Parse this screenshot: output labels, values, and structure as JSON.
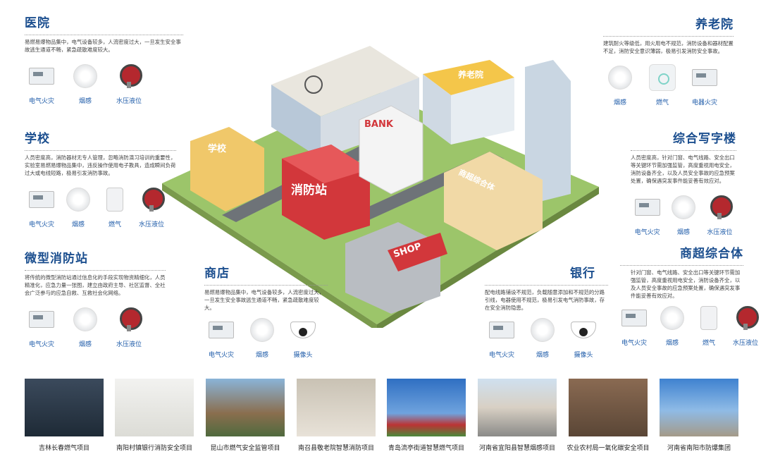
{
  "sections": {
    "hospital": {
      "title": "医院",
      "desc": "易燃易爆物品集中，电气设备较多，人流密度过大，一旦发生安全事故逃生通道不畅，紧急疏散难度较大。",
      "devices": [
        "电气火灾",
        "烟感",
        "水压液位"
      ]
    },
    "school": {
      "title": "学校",
      "desc": "人员密度高，消防器材无专人管理，忽略消防演习培训的重要性，实验室易燃易爆物品集中，违反操作使用电子教具，造成瞬间负荷过大或电线短路，极易引发消防事故。",
      "devices": [
        "电气火灾",
        "烟感",
        "燃气",
        "水压液位"
      ]
    },
    "station": {
      "title": "微型消防站",
      "desc": "将传统的微型消防站通过信息化的手段实现物资精细化，人员精准化，应急力量一张图，建立由政府主导、社区监督、全社会广泛参与的应急自救、互救社会化网络。",
      "devices": [
        "电气火灾",
        "烟感",
        "水压液位"
      ]
    },
    "elderly": {
      "title": "养老院",
      "desc": "建筑耐火等级低，用火用电不规范，消防设备和器材配置不足，消防安全意识薄弱，极易引发消防安全事故。",
      "devices": [
        "烟感",
        "燃气",
        "电器火灾"
      ]
    },
    "office": {
      "title": "综合写字楼",
      "desc": "人员密度高，针对门窗、电气线路、安全出口等关键环节需加强监管，高度重视用电安全，消防设备齐全，以及人员安全事故的应急预案处置，确保遇突发事件能妥善有效应对。",
      "devices": [
        "电气火灾",
        "烟感",
        "水压液位"
      ]
    },
    "mall": {
      "title": "商超综合体",
      "desc": "针对门窗、电气线路、安全出口等关键环节需加强监管，高度重视用电安全，消防设备齐全，以及人员安全事故的应急预案处置，确保遇突发事件能妥善有效应对。",
      "devices": [
        "电气火灾",
        "烟感",
        "燃气",
        "水压液位"
      ]
    },
    "shop": {
      "title": "商店",
      "desc": "易燃易爆物品集中，电气设备较多，人流密度过大，一旦发生安全事故逃生通道不畅，紧急疏散难度较大。",
      "devices": [
        "电气火灾",
        "烟感",
        "摄像头"
      ]
    },
    "bank": {
      "title": "银行",
      "desc": "配电线路铺设不规范，负载随意添加和不规范的分路引线，电器使用不规范，极易引发电气消防事故，存在安全消防隐患。",
      "devices": [
        "电气火灾",
        "烟感",
        "摄像头"
      ]
    }
  },
  "illustration": {
    "station_sign": "消防站",
    "bank_sign": "BANK",
    "shop_sign": "SHOP",
    "mall_sign": "商超综合体",
    "elderly_sign": "养老院",
    "school_sign": "学校"
  },
  "projects": [
    "吉林长春燃气项目",
    "南阳村镇银行消防安全项目",
    "昆山市燃气安全监管项目",
    "南召县敬老院智慧消防项目",
    "青岛流亭街道智慧燃气项目",
    "河南省宜阳县智慧烟感项目",
    "农业农村局一氧化碳安全项目",
    "河南省南阳市防爆集团"
  ],
  "colors": {
    "title": "#1c4f8f",
    "device_label": "#1c5aa8",
    "accent": "#c8363a"
  }
}
